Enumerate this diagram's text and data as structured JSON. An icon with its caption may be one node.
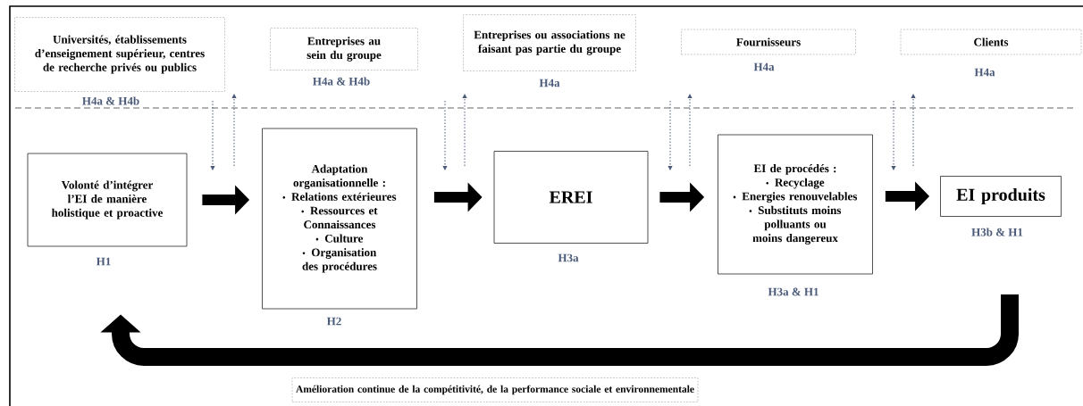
{
  "diagram": {
    "nodes": [
      {
        "text": [
          "Universités, établissements d’enseignement supérieur, centres de recherche privés ou publics"
        ],
        "beside": [
          "H4a & H4b"
        ]
      },
      {
        "text": [
          "Entreprises au sein du groupe"
        ],
        "beside": [
          "H4a & H4b"
        ]
      },
      {
        "text": [
          "Entreprises ou associations ne faisant pas partie du groupe"
        ],
        "beside": [
          "H4a"
        ]
      },
      {
        "text": [
          "Fournisseurs"
        ],
        "beside": [
          "H4a"
        ]
      },
      {
        "text": [
          "Clients"
        ],
        "beside": [
          "H4a"
        ]
      },
      {
        "text": [
          "Volonté d’intégrer l’EI de manière holistique et proactive"
        ],
        "beside": [
          "H1"
        ]
      },
      {
        "text": [
          "Adaptation organisationnelle :",
          "Relations extérieures",
          "Ressources et Connaissances",
          "Culture",
          "Organisation des procédures"
        ],
        "beside": [
          "H2"
        ]
      },
      {
        "text": [
          "EREI"
        ],
        "beside": [
          "H3a"
        ]
      },
      {
        "text": [
          "EI de procédés :",
          "Recyclage",
          "Energies renouvelables",
          "Substituts moins polluants ou moins dangereux"
        ],
        "beside": [
          "H3a & H1"
        ]
      },
      {
        "text": [
          "EI produits"
        ],
        "beside": [
          "H3b & H1"
        ]
      },
      {
        "text": [
          "Amélioration continue de la compétitivité, de la performance sociale et environnementale"
        ]
      }
    ],
    "edges": [
      {
        "from": 5,
        "to": 6,
        "arrow": "to"
      },
      {
        "from": 6,
        "to": 7,
        "arrow": "to"
      },
      {
        "from": 7,
        "to": 8,
        "arrow": "to"
      },
      {
        "from": 8,
        "to": 9,
        "arrow": "to"
      },
      {
        "from": 9,
        "to": 5,
        "arrow": "to"
      }
    ]
  }
}
